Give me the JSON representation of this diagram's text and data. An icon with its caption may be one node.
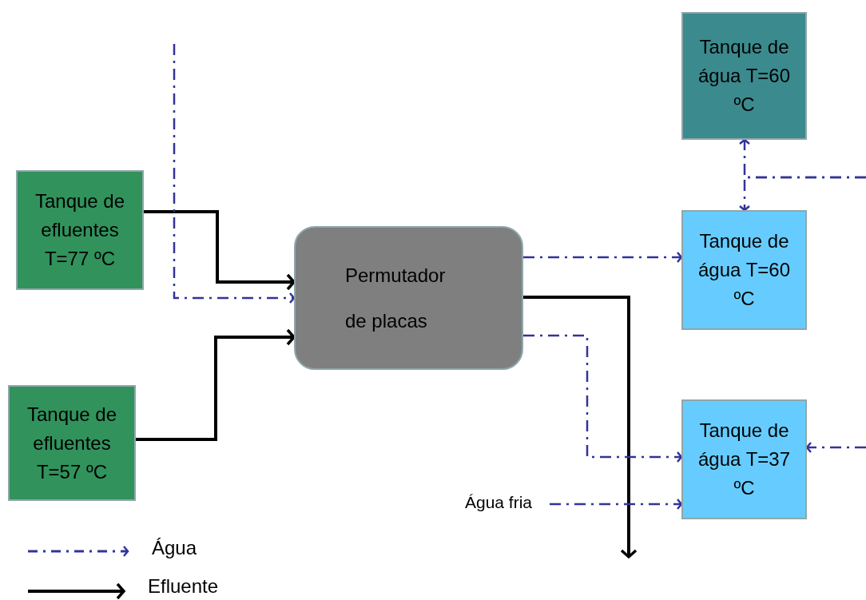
{
  "diagram": {
    "nodes": [
      {
        "text": [
          "Tanque de efluentes T=77 ºC"
        ]
      },
      {
        "text": [
          "Tanque de efluentes T=57 ºC"
        ]
      },
      {
        "text": [
          "Permutador de placas"
        ]
      },
      {
        "text": [
          "Tanque de água T=60 ºC"
        ]
      },
      {
        "text": [
          "Tanque de água T=60 ºC"
        ]
      },
      {
        "text": [
          "Tanque de água T=37 ºC"
        ]
      },
      {
        "text": [
          "Água fria"
        ]
      }
    ],
    "edges": [
      {
        "from": 0,
        "to": 2,
        "arrow": "to",
        "color": "#000000"
      },
      {
        "from": 1,
        "to": 2,
        "arrow": "to",
        "color": "#000000"
      },
      {
        "from": null,
        "to": 2,
        "arrow": "to",
        "style": "dashed",
        "color": "#333399"
      },
      {
        "from": 2,
        "to": 4,
        "arrow": "to",
        "style": "dashed",
        "color": "#333399"
      },
      {
        "from": 2,
        "to": null,
        "arrow": "to",
        "color": "#000000"
      },
      {
        "from": 2,
        "to": 5,
        "arrow": "to",
        "style": "dashed",
        "color": "#333399"
      },
      {
        "from": 6,
        "to": 5,
        "arrow": "to",
        "style": "dashed",
        "color": "#333399"
      },
      {
        "from": null,
        "to": 5,
        "arrow": "to",
        "style": "dashed",
        "color": "#333399"
      },
      {
        "from": null,
        "to": 3,
        "arrow": "to",
        "style": "dashed",
        "color": "#333399"
      },
      {
        "from": null,
        "to": 4,
        "arrow": "to",
        "style": "dashed",
        "color": "#333399"
      }
    ],
    "legend": [
      {
        "text": "Água"
      },
      {
        "text": "Efluente"
      }
    ]
  }
}
